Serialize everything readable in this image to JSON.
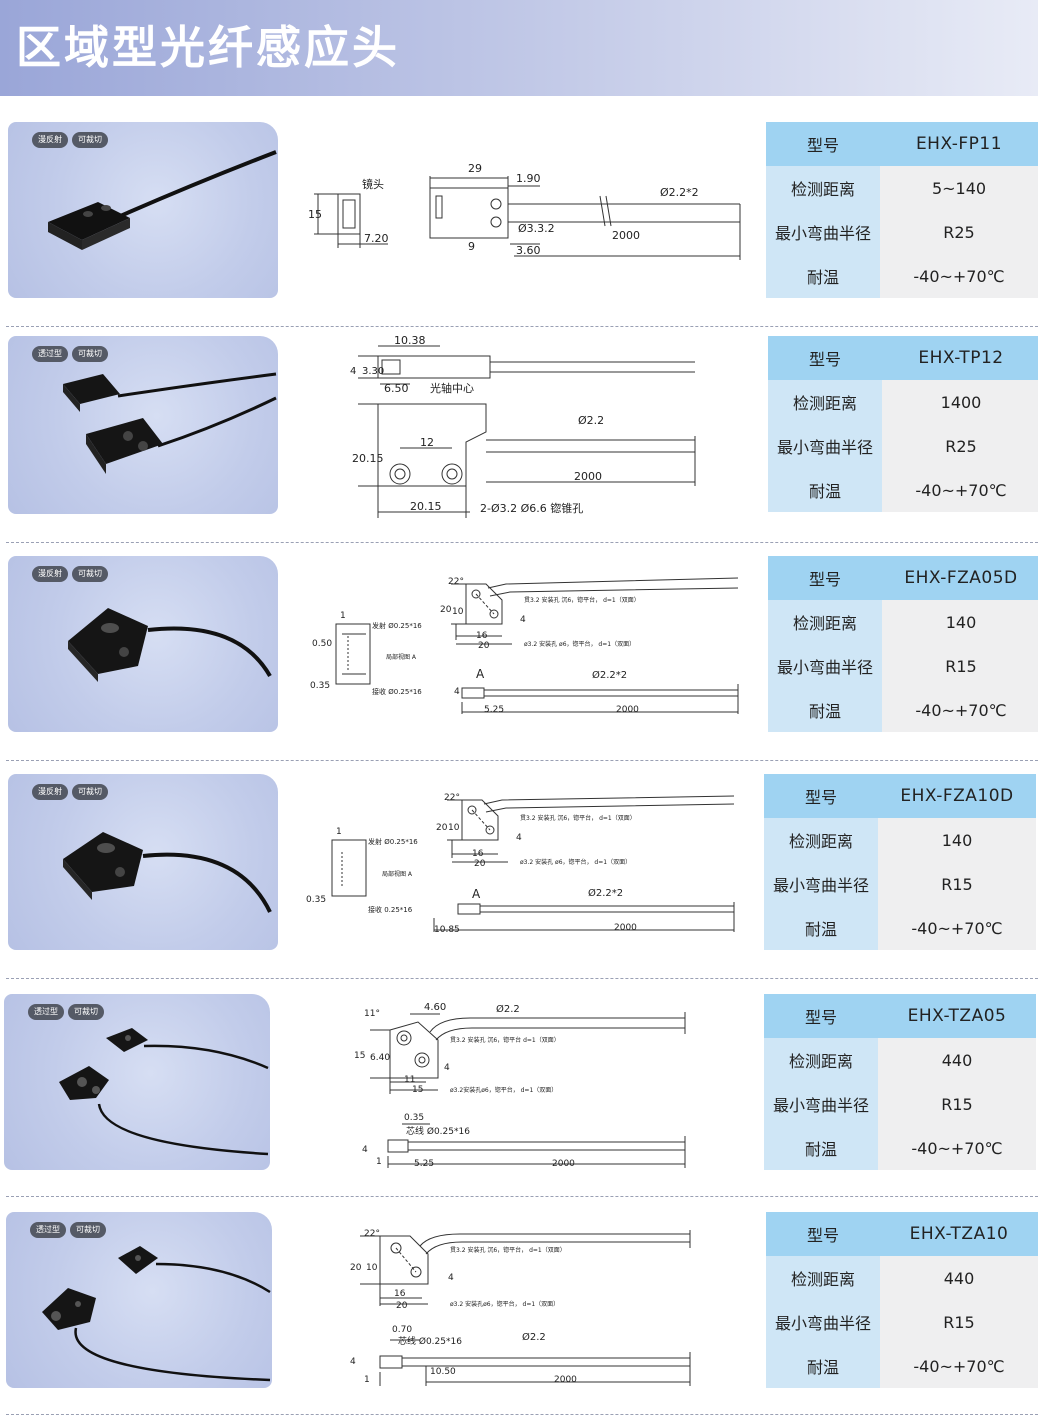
{
  "header": {
    "title": "区域型光纤感应头"
  },
  "spec_labels": {
    "model": "型号",
    "distance": "检测距离",
    "bend": "最小弯曲半径",
    "temp": "耐温"
  },
  "products": [
    {
      "model": "EHX-FP11",
      "distance": "5~140",
      "bend": "R25",
      "temp": "-40~+70℃",
      "tags": [
        "漫反射",
        "可裁切"
      ]
    },
    {
      "model": "EHX-TP12",
      "distance": "1400",
      "bend": "R25",
      "temp": "-40~+70℃",
      "tags": [
        "透过型",
        "可裁切"
      ]
    },
    {
      "model": "EHX-FZA05D",
      "distance": "140",
      "bend": "R15",
      "temp": "-40~+70℃",
      "tags": [
        "漫反射",
        "可裁切"
      ]
    },
    {
      "model": "EHX-FZA10D",
      "distance": "140",
      "bend": "R15",
      "temp": "-40~+70℃",
      "tags": [
        "漫反射",
        "可裁切"
      ]
    },
    {
      "model": "EHX-TZA05",
      "distance": "440",
      "bend": "R15",
      "temp": "-40~+70℃",
      "tags": [
        "透过型",
        "可裁切"
      ]
    },
    {
      "model": "EHX-TZA10",
      "distance": "440",
      "bend": "R15",
      "temp": "-40~+70℃",
      "tags": [
        "透过型",
        "可裁切"
      ]
    }
  ],
  "drawings": {
    "fp11": {
      "d29": "29",
      "d1_90": "1.90",
      "d15": "15",
      "lens": "镜头",
      "d7_20": "7.20",
      "d9": "9",
      "d3_60": "3.60",
      "phi33": "Ø3.3.2",
      "phi22": "Ø2.2*2",
      "d2000": "2000"
    },
    "tp12": {
      "d10_38": "10.38",
      "d4": "4",
      "d3_30": "3.30",
      "d6_50": "6.50",
      "axis": "光轴中心",
      "d20_15v": "20.15",
      "d12": "12",
      "phi22": "Ø2.2",
      "d2000": "2000",
      "d20_15": "20.15",
      "holes": "2-Ø3.2  Ø6.6 锪锥孔"
    },
    "fza05": {
      "deg": "22°",
      "d20": "20",
      "d10": "10",
      "d16": "16",
      "d20b": "20",
      "d4": "4",
      "h1": "贯3.2 安装孔 沉6，锪平台， d=1（双面）",
      "h2": "ø3.2 安装孔 ø6，锪平台， d=1（双面）",
      "d1": "1",
      "d0_50": "0.50",
      "d0_35": "0.35",
      "emit": "发射 Ø0.25*16",
      "view": "局部视图 A",
      "recv": "接收 Ø0.25*16",
      "a": "A",
      "phi22": "Ø2.2*2",
      "d4b": "4",
      "d5_25": "5.25",
      "d2000": "2000"
    },
    "fza10": {
      "deg": "22°",
      "d20": "20",
      "d10": "10",
      "d16": "16",
      "d20b": "20",
      "d4": "4",
      "h1": "贯3.2 安装孔 沉6，锪平台， d=1（双面）",
      "h2": "ø3.2 安装孔 ø6，锪平台， d=1（双面）",
      "d1": "1",
      "d0_35": "0.35",
      "emit": "发射 Ø0.25*16",
      "view": "局部视图 A",
      "recv": "接收   0.25*16",
      "a": "A",
      "phi22": "Ø2.2*2",
      "d10_85": "10.85",
      "d2000": "2000"
    },
    "tza05": {
      "deg": "11°",
      "d4_60": "4.60",
      "phi22": "Ø2.2",
      "d15": "15",
      "d6_40": "6.40",
      "d11": "11",
      "d15b": "15",
      "d4": "4",
      "h1": "贯3.2 安装孔 沉6，锪平台 d=1（双面）",
      "h2": "ø3.2安装孔ø6，锪平台， d=1（双面）",
      "d0_35": "0.35",
      "core": "芯线 Ø0.25*16",
      "d4b": "4",
      "d1": "1",
      "d5_25": "5.25",
      "d2000": "2000"
    },
    "tza10": {
      "deg": "22°",
      "d20": "20",
      "d10": "10",
      "d16": "16",
      "d20b": "20",
      "d4": "4",
      "h1": "贯3.2 安装孔 沉6，锪平台， d=1（双面）",
      "h2": "ø3.2 安装孔ø6，锪平台， d=1（双面）",
      "d0_70": "0.70",
      "core": "芯线 Ø0.25*16",
      "phi22": "Ø2.2",
      "d4b": "4",
      "d1": "1",
      "d10_50": "10.50",
      "d2000": "2000"
    }
  },
  "colors": {
    "header_start": "#9aa6d8",
    "spec_head": "#9fd3f2",
    "spec_key": "#cfe6f6",
    "spec_value": "#efeff0",
    "photo_bg": "#c2ccea"
  }
}
